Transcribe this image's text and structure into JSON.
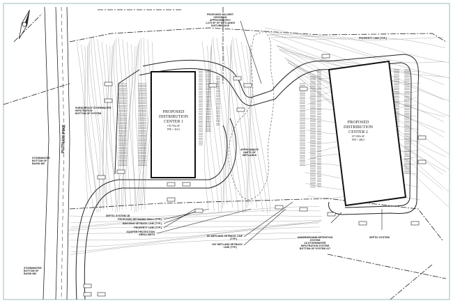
{
  "sheet": {
    "road_name": "PUTNAM PIKE",
    "building_1": {
      "lines": [
        "PROPOSED",
        "DISTRIBUTION",
        "CENTER 1"
      ],
      "area": "178,750± SF",
      "ffe": "FFE = 414.0"
    },
    "building_2": {
      "lines": [
        "PROPOSED",
        "DISTRIBUTION",
        "CENTER 2"
      ],
      "area": "257,000± SF",
      "ffe": "FFE = 408.0"
    },
    "callouts": {
      "culvert": [
        "PROPOSED CULVERT",
        "CROSSING",
        "APPROXIMATELY",
        "1,275 SF OF WETLANDS",
        "DISTURBANCE"
      ],
      "wetlands": [
        "APPROXIMATE",
        "LIMITS OF",
        "WETLANDS"
      ],
      "retaining_wall": "PROPOSED RETAINING WALL (TYP.)",
      "building_setback": "BUILDING SETBACK LINE (TYP.)",
      "property_line": "PROPERTY LINE (TYP.)",
      "aquifer": [
        "AQUIFER PROTECTION",
        "AREA LIMITS"
      ],
      "wetland_50": [
        "50' WETLAND SETBACK LINE",
        "(TYP.)"
      ],
      "wetland_100": [
        "100' WETLAND SETBACK",
        "LINE (TYP.)"
      ],
      "underground": [
        "UNDERGROUND DETENTION",
        "SYSTEM",
        "2A STORMWATER",
        "INFILTRATION SYSTEM",
        "BOTTOM OF SYSTEM 417"
      ],
      "septic_1": "SEPTIC SYSTEM 1B",
      "septic_2": "SEPTIC SYSTEM",
      "subsurface_1": [
        "SUBSURFACE STORMWATER",
        "INFILTRATION",
        "BOTTOM OF SYSTEM"
      ],
      "stormwater_basin": [
        "STORMWATER",
        "BOTTOM OF",
        "BASIN 380"
      ],
      "stormwater_basin_2": [
        "STORMWATER",
        "BOTTOM OF",
        "BASIN 386"
      ],
      "property_top": "PROPERTY LINE (TYP.)"
    },
    "colors": {
      "line": "#222222",
      "contour": "#8a8a8a",
      "paper": "#ffffff"
    }
  }
}
